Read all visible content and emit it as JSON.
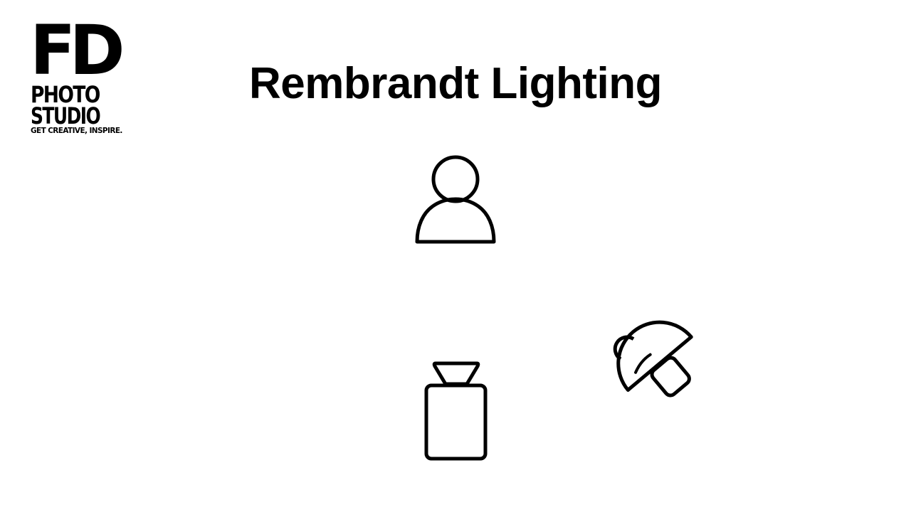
{
  "logo": {
    "primary": "FD",
    "line1": "PHOTO",
    "line2": "STUDIO",
    "tagline": "GET CREATIVE, INSPIRE."
  },
  "title": "Rembrandt Lighting",
  "icons": {
    "subject": "person-icon",
    "camera": "camera-icon",
    "key_light": "studio-light-icon"
  },
  "colors": {
    "background": "#ffffff",
    "ink": "#000000"
  }
}
